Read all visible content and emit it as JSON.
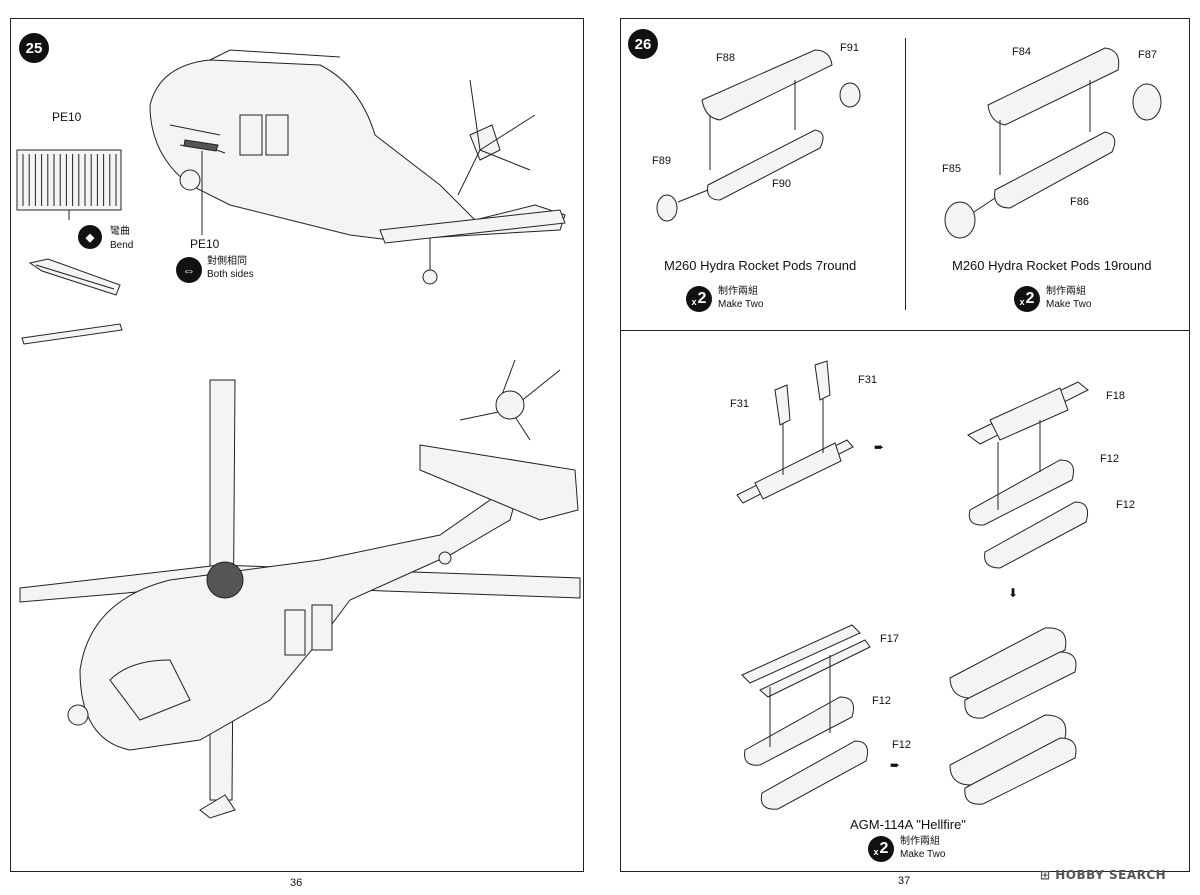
{
  "left_page": {
    "step_number": "25",
    "pe_label_top": "PE10",
    "pe_label_mid": "PE10",
    "bend_cn": "彎曲",
    "bend_en": "Bend",
    "both_sides_cn": "對側相同",
    "both_sides_en": "Both sides",
    "page_number": "36"
  },
  "right_page": {
    "step_number": "26",
    "rocket_7": {
      "parts": [
        "F88",
        "F91",
        "F89",
        "F90"
      ],
      "title": "M260 Hydra Rocket Pods 7round",
      "multiplier": "2",
      "multiplier_x": "x",
      "make_cn": "制作兩組",
      "make_en": "Make Two"
    },
    "rocket_19": {
      "parts": [
        "F84",
        "F87",
        "F85",
        "F86"
      ],
      "title": "M260 Hydra Rocket Pods 19round",
      "multiplier": "2",
      "multiplier_x": "x",
      "make_cn": "制作兩組",
      "make_en": "Make Two"
    },
    "hellfire": {
      "parts": [
        "F31",
        "F31",
        "F18",
        "F12",
        "F12",
        "F17",
        "F12",
        "F12"
      ],
      "title": "AGM-114A \"Hellfire\"",
      "multiplier": "2",
      "multiplier_x": "x",
      "make_cn": "制作兩組",
      "make_en": "Make Two"
    },
    "page_number": "37"
  },
  "watermark": "HOBBY SEARCH"
}
